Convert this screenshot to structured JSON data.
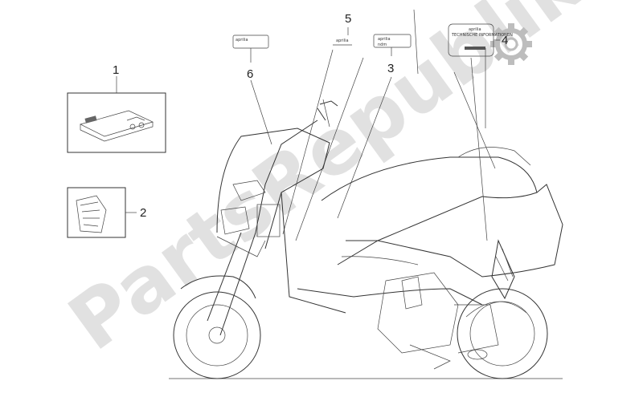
{
  "watermark": "PartsRepublik",
  "callouts": [
    "1",
    "2",
    "3",
    "4",
    "5",
    "6"
  ],
  "label_texts": {
    "aprilia": "aprilia",
    "ndm": "ndm",
    "decal4_line1": "aprilia",
    "decal4_line2": "TECHNISCHE INFORMATIONEN"
  },
  "colors": {
    "line": "#333333",
    "watermark": "#c9c9c9"
  }
}
